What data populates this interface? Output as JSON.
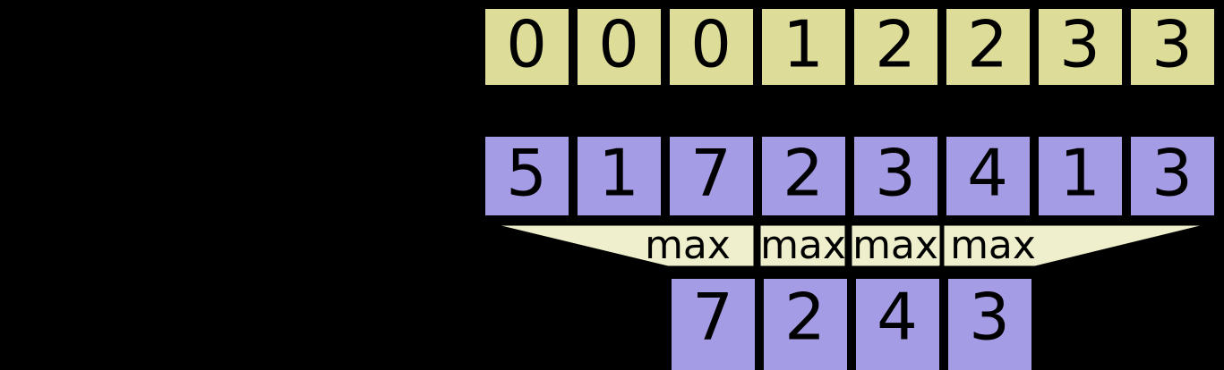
{
  "diagram": {
    "title": "max-pooling-with-index-row",
    "background_color": "#000000",
    "colors": {
      "index_row_fill": "#DDDD99",
      "value_row_fill": "#A49CE4",
      "funnel_fill": "#EFEFCD",
      "stroke": "#000000",
      "text": "#000000"
    },
    "index_row": {
      "name": "index-row",
      "cells": [
        "0",
        "0",
        "0",
        "1",
        "2",
        "2",
        "3",
        "3"
      ]
    },
    "input_row": {
      "name": "input-row",
      "cells": [
        "5",
        "1",
        "7",
        "2",
        "3",
        "4",
        "1",
        "3"
      ]
    },
    "funnel_row": {
      "name": "max-funnel-row",
      "labels": [
        "max",
        "max",
        "max",
        "max"
      ]
    },
    "output_row": {
      "name": "output-row",
      "cells": [
        "7",
        "2",
        "4",
        "3"
      ]
    }
  }
}
